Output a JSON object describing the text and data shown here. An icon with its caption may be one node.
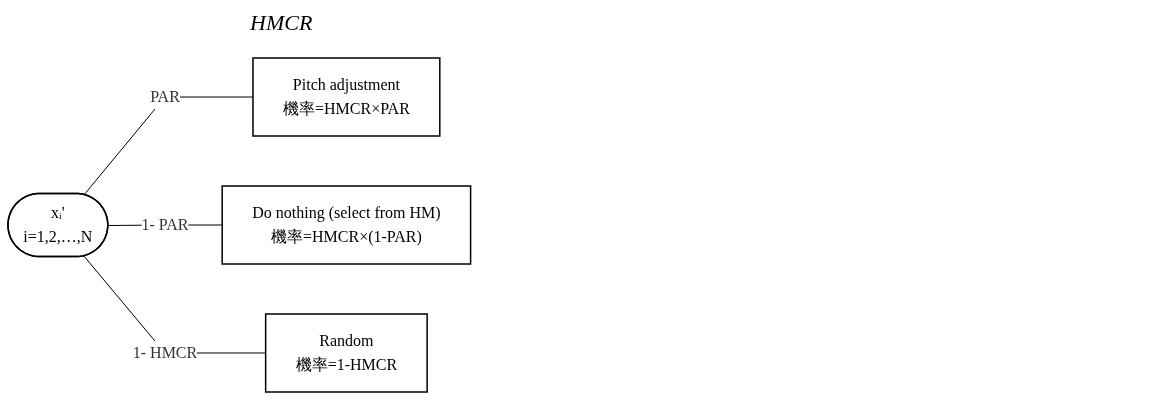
{
  "diagram": {
    "nodes": [
      {
        "text": [
          "xᵢ'",
          "i=1,2,…,N"
        ]
      },
      {
        "text": [
          "Pitch adjustment",
          "機率=HMCR×PAR"
        ]
      },
      {
        "text": [
          "Do nothing (select from HM)",
          "機率=HMCR×(1-PAR)"
        ]
      },
      {
        "text": [
          "Random",
          "機率=1-HMCR"
        ]
      }
    ],
    "edges": [
      {
        "from": 0,
        "to": 1,
        "arrow": "none",
        "label": "PAR"
      },
      {
        "from": 0,
        "to": 2,
        "arrow": "none",
        "label": "1- PAR"
      },
      {
        "from": 0,
        "to": 3,
        "arrow": "none",
        "label": "1- HMCR"
      }
    ],
    "labels": [
      "HMCR"
    ]
  }
}
